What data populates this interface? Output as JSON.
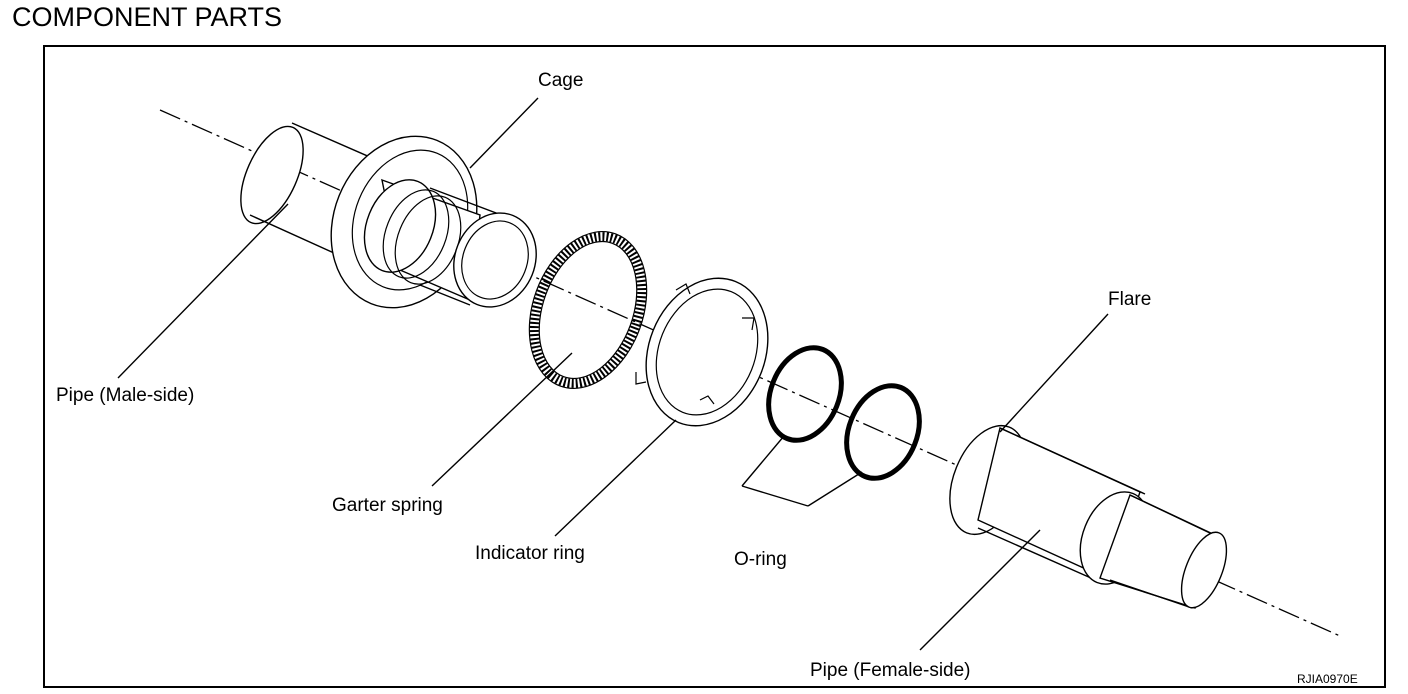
{
  "title": "COMPONENT PARTS",
  "labels": {
    "cage": "Cage",
    "pipe_male": "Pipe (Male-side)",
    "garter_spring": "Garter spring",
    "indicator_ring": "Indicator ring",
    "o_ring": "O-ring",
    "flare": "Flare",
    "pipe_female": "Pipe (Female-side)"
  },
  "figure_code": "RJIA0970E"
}
